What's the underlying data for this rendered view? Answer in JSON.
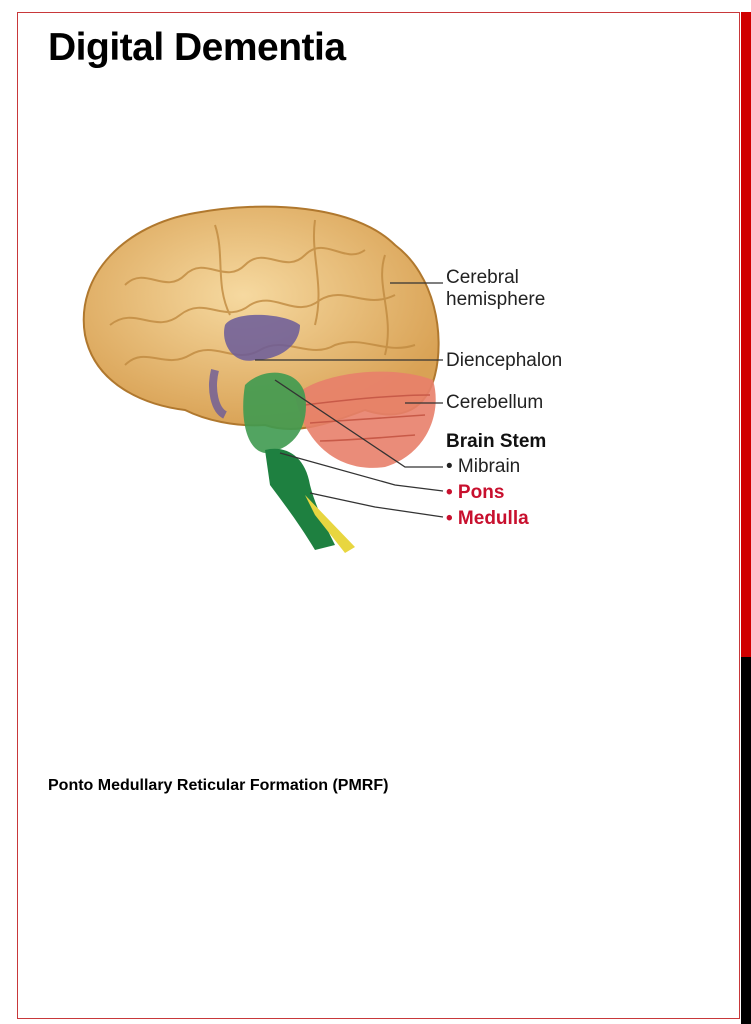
{
  "title": "Digital Dementia",
  "figure": {
    "labels": {
      "cerebral_1": "Cerebral",
      "cerebral_2": "hemisphere",
      "diencephalon": "Diencephalon",
      "cerebellum": "Cerebellum",
      "brain_stem": "Brain Stem",
      "midbrain": "• Mibrain",
      "pons": "• Pons",
      "medulla": "• Medulla"
    },
    "colors": {
      "cerebrum": "#e8b86a",
      "diencephalon": "#6a5a9a",
      "cerebellum": "#e8806a",
      "midbrain": "#3f9a50",
      "pons": "#1e8040",
      "medulla": "#e8d640",
      "accent": "#c8102e"
    }
  },
  "caption": "Ponto Medullary Reticular Formation (PMRF)"
}
